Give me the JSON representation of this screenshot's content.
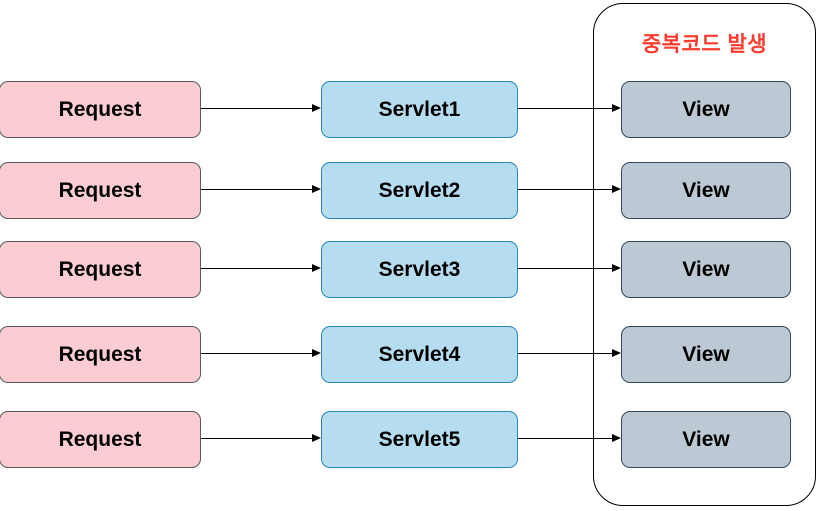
{
  "diagram": {
    "type": "flow-diagram",
    "description": "Five independent request flows each going through its own servlet to a duplicated view, illustrating duplicate code occurrence",
    "container": {
      "title": "중복코드 발생",
      "title_color": "#FF3B30",
      "border_color": "#000000"
    },
    "colors": {
      "request_fill": "#FBCDD2",
      "request_border": "#595959",
      "servlet_fill": "#B6DCEF",
      "servlet_border": "#2787B8",
      "view_fill": "#BCC9D4",
      "view_border": "#35485A",
      "arrow": "#000000",
      "text": "#000000",
      "background": "#FFFFFF"
    },
    "rows": [
      {
        "request": "Request",
        "servlet": "Servlet1",
        "view": "View"
      },
      {
        "request": "Request",
        "servlet": "Servlet2",
        "view": "View"
      },
      {
        "request": "Request",
        "servlet": "Servlet3",
        "view": "View"
      },
      {
        "request": "Request",
        "servlet": "Servlet4",
        "view": "View"
      },
      {
        "request": "Request",
        "servlet": "Servlet5",
        "view": "View"
      }
    ]
  }
}
